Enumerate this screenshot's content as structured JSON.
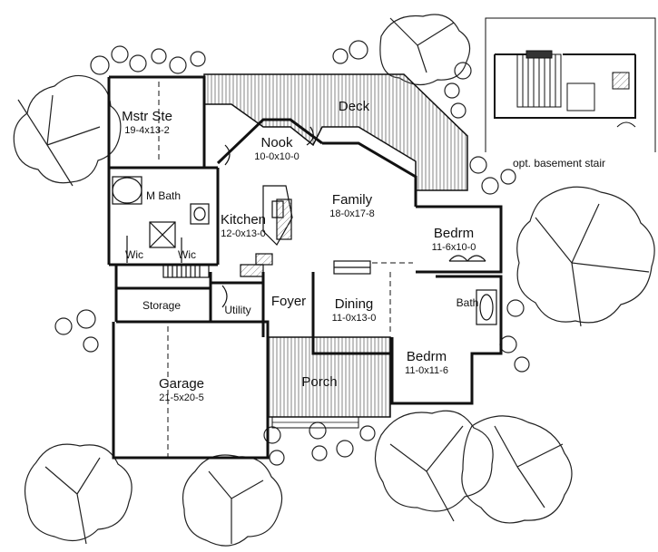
{
  "rooms": {
    "mstr_ste": {
      "name": "Mstr Ste",
      "dim": "19-4x13-2"
    },
    "nook": {
      "name": "Nook",
      "dim": "10-0x10-0"
    },
    "deck": {
      "name": "Deck"
    },
    "m_bath": {
      "name": "M Bath"
    },
    "wic_left": {
      "name": "Wic"
    },
    "wic_right": {
      "name": "Wic"
    },
    "kitchen": {
      "name": "Kitchen",
      "dim": "12-0x13-0"
    },
    "family": {
      "name": "Family",
      "dim": "18-0x17-8"
    },
    "bedrm_upper": {
      "name": "Bedrm",
      "dim": "11-6x10-0"
    },
    "storage": {
      "name": "Storage"
    },
    "utility": {
      "name": "Utility"
    },
    "foyer": {
      "name": "Foyer"
    },
    "dining": {
      "name": "Dining",
      "dim": "11-0x13-0"
    },
    "bath": {
      "name": "Bath"
    },
    "bedrm_lower": {
      "name": "Bedrm",
      "dim": "11-0x11-6"
    },
    "garage": {
      "name": "Garage",
      "dim": "21-5x20-5"
    },
    "porch": {
      "name": "Porch"
    }
  },
  "inset": {
    "caption": "opt. basement stair"
  },
  "style": {
    "line": "#111111",
    "hatch": "#555555",
    "background": "#ffffff"
  }
}
